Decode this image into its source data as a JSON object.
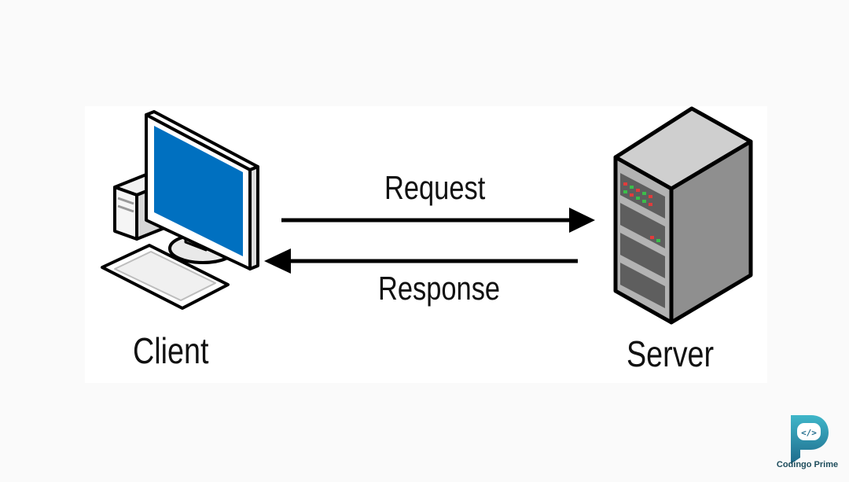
{
  "diagram": {
    "nodes": {
      "client": {
        "label": "Client",
        "icon": "desktop-computer-icon",
        "screen_color": "#0070c0"
      },
      "server": {
        "label": "Server",
        "icon": "server-tower-icon",
        "body_color": "#a3a3a3"
      }
    },
    "edges": {
      "request": {
        "label": "Request",
        "from": "client",
        "to": "server"
      },
      "response": {
        "label": "Response",
        "from": "server",
        "to": "client"
      }
    }
  },
  "branding": {
    "logo_icon": "code-bubble-icon",
    "name": "Codingo Prime",
    "colors": {
      "logo_gradient_top": "#3fb6c9",
      "logo_gradient_bottom": "#1e6b8c"
    }
  }
}
